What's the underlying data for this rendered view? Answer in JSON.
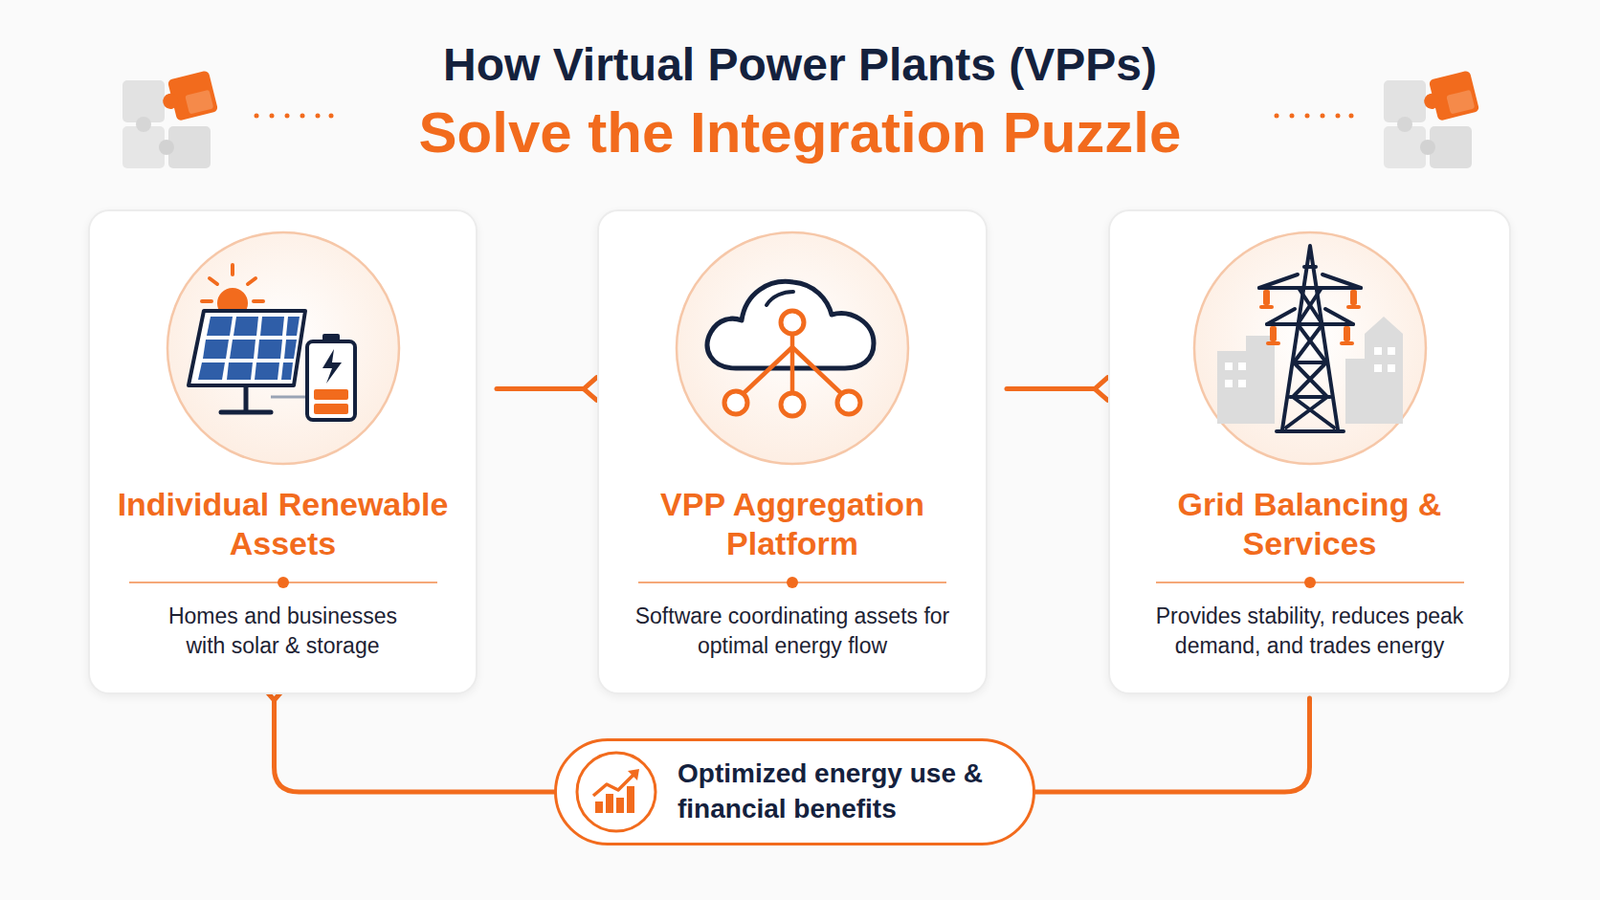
{
  "diagram": {
    "title": "How Virtual Power Plants (VPPs)",
    "nodes": [
      {
        "text": [
          "Individual Renewable Assets",
          "Homes and businesses with solar & storage"
        ]
      },
      {
        "text": [
          "VPP Aggregation Platform",
          "Software coordinating assets for optimal energy flow"
        ]
      },
      {
        "text": [
          "Grid Balancing & Services",
          "Provides stability, reduces peak demand, and trades energy"
        ]
      },
      {
        "text": [
          "Optimized energy use & financial benefits"
        ]
      }
    ],
    "edges": [
      {
        "from": 0,
        "to": 1,
        "arrow": "to"
      },
      {
        "from": 1,
        "to": 2,
        "arrow": "to"
      },
      {
        "from": 2,
        "to": 3,
        "arrow": "none"
      },
      {
        "from": 3,
        "to": 0,
        "arrow": "to"
      }
    ],
    "labels": [
      "Solve the Integration Puzzle"
    ]
  }
}
